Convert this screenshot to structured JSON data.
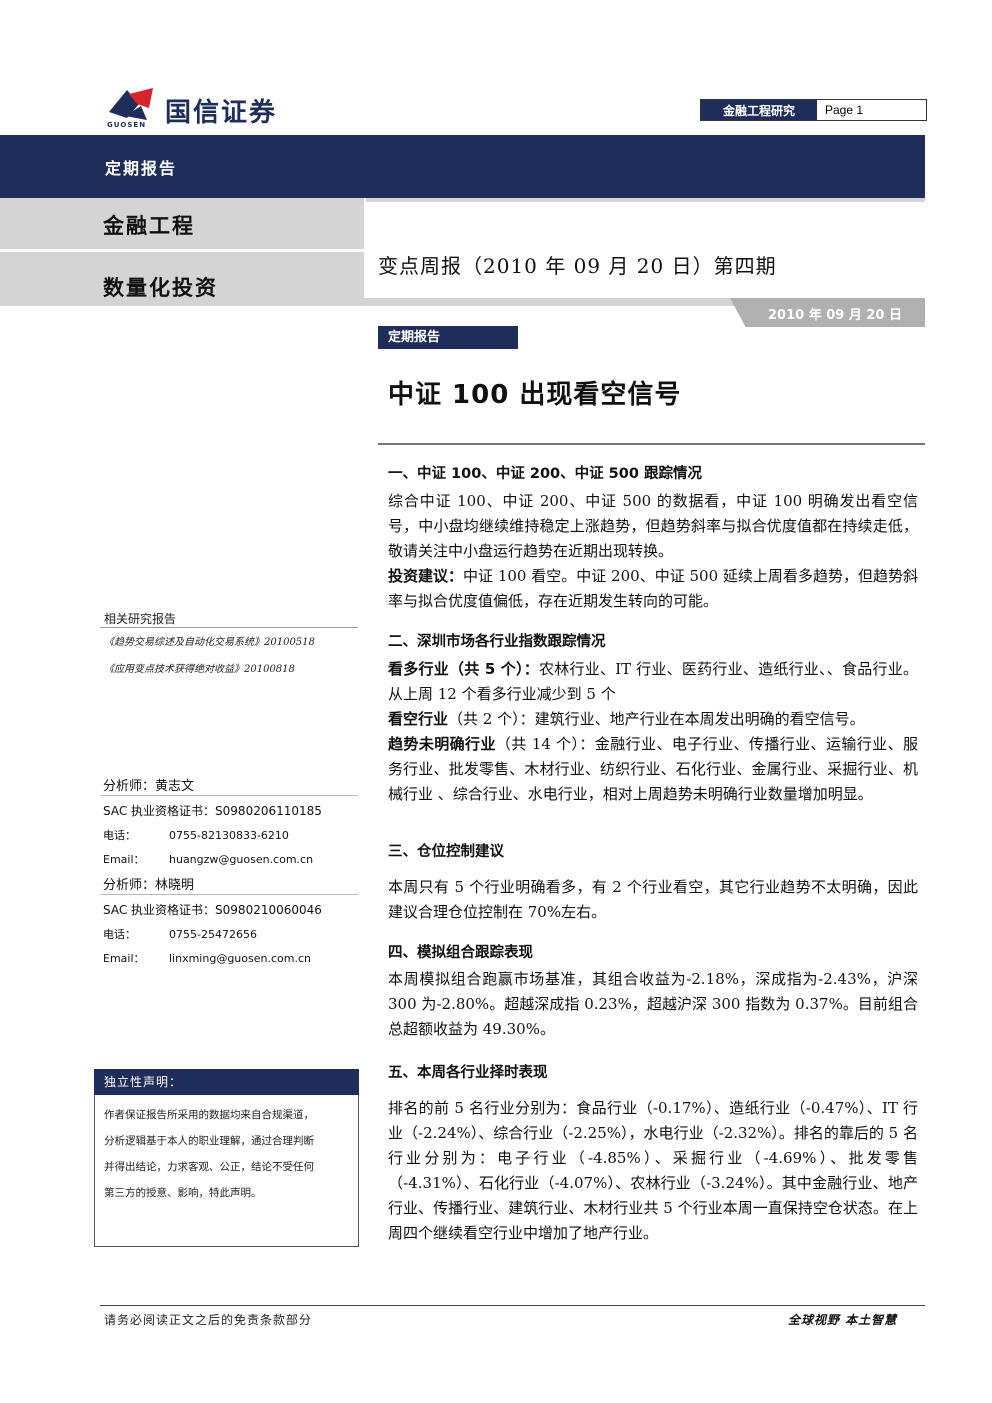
{
  "header": {
    "logo_name": "国信证券",
    "logo_sub": "GUOSEN",
    "dept": "金融工程研究",
    "page": "Page 1",
    "colors": {
      "navy": "#1f2d5a",
      "red": "#d6242a",
      "gray": "#d4d4d4"
    }
  },
  "banner": {
    "label": "定期报告"
  },
  "category": {
    "primary": "金融工程",
    "secondary": "数量化投资"
  },
  "report_title": "变点周报（2010 年 09 月 20 日）第四期",
  "date": "2010 年 09 月 20 日",
  "section_tag": "定期报告",
  "headline": "中证 100 出现看空信号",
  "left": {
    "related_title": "相关研究报告",
    "related": [
      "《趋势交易综述及自动化交易系统》20100518",
      "《应用变点技术获得绝对收益》20100818"
    ],
    "analysts": [
      {
        "role": "分析师：",
        "name": "黄志文",
        "sac_label": "SAC 执业资格证书：",
        "sac": "S0980206110185",
        "phone_label": "电话：",
        "phone": "0755-82130833-6210",
        "email_label": "Email：",
        "email": "huangzw@guosen.com.cn"
      },
      {
        "role": "分析师：",
        "name": "林晓明",
        "sac_label": "SAC 执业资格证书：",
        "sac": "S0980210060046",
        "phone_label": "电话：",
        "phone": "0755-25472656",
        "email_label": "Email：",
        "email": "linxming@guosen.com.cn"
      }
    ],
    "declaration_title": "独立性声明：",
    "declaration_lines": [
      "作者保证报告所采用的数据均来自合规渠道，",
      "分析逻辑基于本人的职业理解，通过合理判断",
      "并得出结论，力求客观、公正，结论不受任何",
      "第三方的授意、影响，特此声明。"
    ]
  },
  "body": {
    "s1_title": "一、中证 100、中证 200、中证 500 跟踪情况",
    "s1_p1": "综合中证 100、中证 200、中证 500 的数据看，中证 100 明确发出看空信号，中小盘均继续维持稳定上涨趋势，但趋势斜率与拟合优度值都在持续走低，敬请关注中小盘运行趋势在近期出现转换。",
    "s1_p2_label": "投资建议：",
    "s1_p2": "中证 100 看空。中证 200、中证 500 延续上周看多趋势，但趋势斜率与拟合优度值偏低，存在近期发生转向的可能。",
    "s2_title": "二、深圳市场各行业指数跟踪情况",
    "s2_bull_label": "看多行业",
    "s2_bull_count": "（共 5 个）：",
    "s2_bull": "农林行业、IT 行业、医药行业、造纸行业、、食品行业。从上周 12 个看多行业减少到 5 个",
    "s2_bear_label": "看空行业",
    "s2_bear_count": "（共 2 个）：",
    "s2_bear": "建筑行业、地产行业在本周发出明确的看空信号。",
    "s2_unclear_label": "趋势未明确行业",
    "s2_unclear_count": "（共 14 个）：",
    "s2_unclear": "金融行业、电子行业、传播行业、运输行业、服务行业、批发零售、木材行业、纺织行业、石化行业、金属行业、采掘行业、机械行业 、综合行业、水电行业，相对上周趋势未明确行业数量增加明显。",
    "s3_title": "三、仓位控制建议",
    "s3_p": "本周只有 5 个行业明确看多，有 2 个行业看空，其它行业趋势不太明确，因此建议合理仓位控制在 70%左右。",
    "s4_title": "四、模拟组合跟踪表现",
    "s4_p": "本周模拟组合跑赢市场基准，其组合收益为-2.18%，深成指为-2.43%，沪深 300 为-2.80%。超越深成指 0.23%，超越沪深 300 指数为 0.37%。目前组合总超额收益为 49.30%。",
    "s5_title": "五、本周各行业择时表现",
    "s5_p": "排名的前 5 名行业分别为：食品行业（-0.17%）、造纸行业（-0.47%）、IT 行业（-2.24%）、综合行业（-2.25%），水电行业（-2.32%）。排名的靠后的 5 名行业分别为：电子行业（-4.85%）、采掘行业（-4.69%）、批发零售（-4.31%）、石化行业（-4.07%）、农林行业（-3.24%）。其中金融行业、地产行业、传播行业、建筑行业、木材行业共 5 个行业本周一直保持空仓状态。在上周四个继续看空行业中增加了地产行业。"
  },
  "footer": {
    "left": "请务必阅读正文之后的免责条款部分",
    "right": "全球视野  本土智慧"
  }
}
